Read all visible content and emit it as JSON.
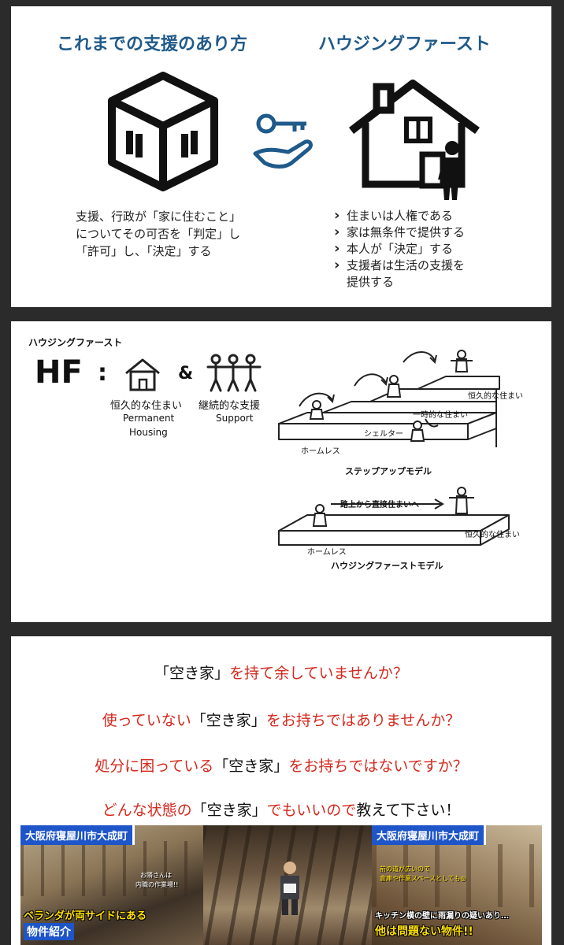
{
  "panel1": {
    "left_title": "これまでの支援のあり方",
    "right_title": "ハウジングファースト",
    "left_text": [
      "支援、行政が「家に住むこと」",
      "についてその可否を「判定」し",
      "「許可」し、「決定」する"
    ],
    "bullets": [
      "住まいは人権である",
      "家は無条件で提供する",
      "本人が「決定」する",
      "支援者は生活の支援を",
      "提供する"
    ]
  },
  "panel2": {
    "heading": "ハウジングファースト",
    "hf": "HF",
    "colon": ":",
    "amp": "&",
    "permanent_jp": "恒久的な住まい",
    "permanent_en1": "Permanent",
    "permanent_en2": "Housing",
    "support_jp": "継続的な支援",
    "support_en": "Support",
    "stepup": {
      "homeless": "ホームレス",
      "shelter": "シェルター",
      "temporary": "一時的な住まい",
      "permanent": "恒久的な住まい",
      "caption": "ステップアップモデル"
    },
    "hf_model": {
      "arrow_text": "路上から直接住まいへ",
      "homeless": "ホームレス",
      "permanent": "恒久的な住まい",
      "caption": "ハウジングファーストモデル"
    }
  },
  "panel3": {
    "q1": {
      "a": "「空き家」",
      "b": "を持て余していませんか？"
    },
    "q2": {
      "a": "使っていない",
      "b": "「空き家」",
      "c": "をお持ちではありませんか？"
    },
    "q3": {
      "a": "処分に困っている",
      "b": "「空き家」",
      "c": "をお持ちではないですか？"
    },
    "q4": {
      "a": "どんな状態の",
      "b": "「空き家」",
      "c": "でもいいので",
      "d": "教えて下さい！"
    },
    "thumb1": {
      "banner": "大阪府寝屋川市大成町",
      "cap1": "ベランダが両サイドにある",
      "cap2": "物件紹介",
      "note1": "お隣さんは",
      "note2": "内職の作業場!!"
    },
    "thumb3": {
      "banner": "大阪府寝屋川市大成町",
      "note1": "前の道が広いので",
      "note2": "倉庫や作業スペースとしても◎",
      "cap1": "キッチン横の壁に雨漏りの疑いあり…",
      "cap2": "他は問題ない物件!!"
    }
  },
  "colors": {
    "title_blue": "#1f5a8a",
    "accent_red": "#d42a1f",
    "banner_blue": "#1e55c8",
    "caption_yellow": "#ffe100"
  }
}
